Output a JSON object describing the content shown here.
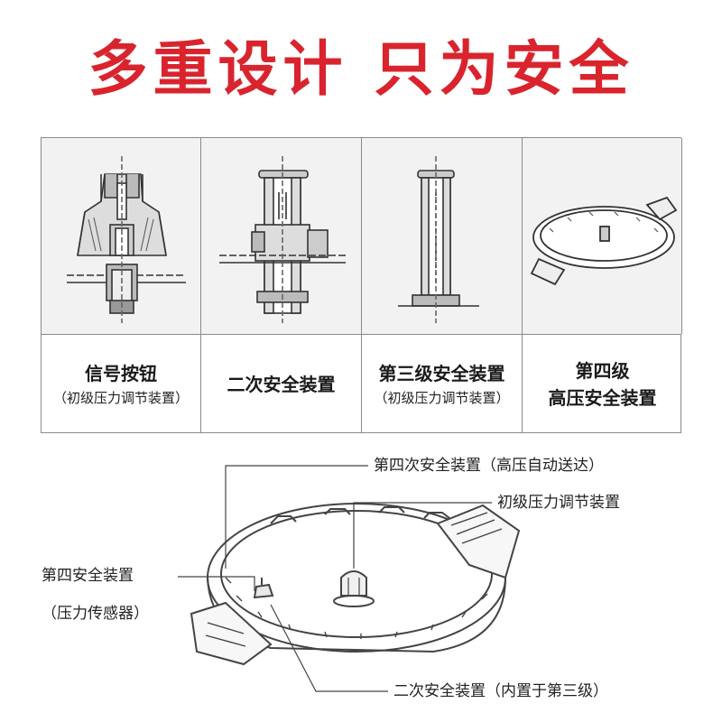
{
  "title": "多重设计 只为安全",
  "panels": [
    {
      "icon": "signal-button-cutaway-icon",
      "label_main": "信号按钮",
      "label_sub": "（初级压力调节装置）"
    },
    {
      "icon": "secondary-valve-cutaway-icon",
      "label_main": "二次安全装置",
      "label_sub": ""
    },
    {
      "icon": "third-level-valve-icon",
      "label_main": "第三级安全装置",
      "label_sub": "（初级压力调节装置）"
    },
    {
      "icon": "lid-ring-icon",
      "label_main": "第四级",
      "label_sub": "高压安全装置"
    }
  ],
  "diagram": {
    "callouts": {
      "fourth_auto": "第四次安全装置（高压自动送达）",
      "primary_regulator": "初级压力调节装置",
      "fourth_sensor_line1": "第四安全装置",
      "fourth_sensor_line2": "（压力传感器）",
      "secondary_builtin": "二次安全装置（内置于第三级）"
    }
  },
  "colors": {
    "title": "#1a1a1a",
    "accent": "#d9242e",
    "panel_bg": "#f2f2f2",
    "border": "#8a8a8a"
  }
}
